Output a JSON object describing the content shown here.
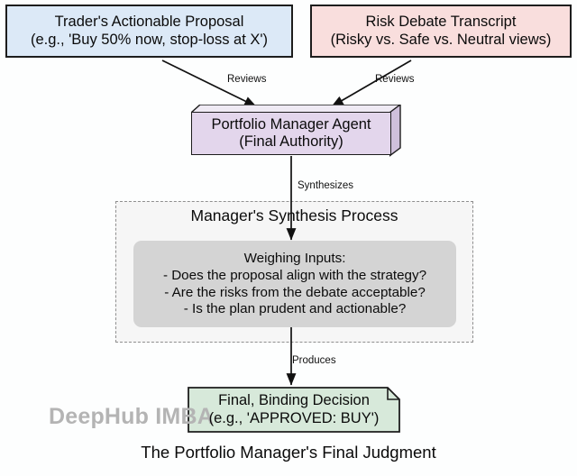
{
  "figure": {
    "caption": "The Portfolio Manager's Final Judgment",
    "watermark": "DeepHub IMBA",
    "background_color": "#fdfefe"
  },
  "nodes": {
    "trader_proposal": {
      "line1": "Trader's Actionable Proposal",
      "line2": "(e.g., 'Buy 50% now, stop-loss at X')",
      "fill_color": "#dce9f7",
      "border_color": "#1d1d1d",
      "shape": "rectangle"
    },
    "risk_transcript": {
      "line1": "Risk Debate Transcript",
      "line2": "(Risky vs. Safe vs. Neutral views)",
      "fill_color": "#f9dedd",
      "border_color": "#1d1d1d",
      "shape": "rectangle"
    },
    "manager_agent": {
      "line1": "Portfolio Manager Agent",
      "line2": "(Final Authority)",
      "fill_color": "#e3d6ec",
      "border_color": "#1d1d1d",
      "shape": "cube-3d"
    },
    "synthesis_process": {
      "title": "Manager's Synthesis Process",
      "fill_color": "#f6f6f6",
      "border_color": "#8f8f8f",
      "border_style": "dashed"
    },
    "weighing_inputs": {
      "heading": "Weighing Inputs:",
      "items": [
        "- Does the proposal align with the strategy?",
        "- Are the risks from the debate acceptable?",
        "- Is the plan prudent and actionable?"
      ],
      "fill_color": "#d4d4d4",
      "shape": "rounded-rectangle"
    },
    "final_decision": {
      "line1": "Final, Binding Decision",
      "line2": "(e.g., 'APPROVED: BUY')",
      "fill_color": "#d7e9da",
      "border_color": "#1d1d1d",
      "shape": "note-folded-corner"
    }
  },
  "edges": [
    {
      "id": "trader-to-manager",
      "label": "Reviews",
      "from": "trader_proposal",
      "to": "manager_agent"
    },
    {
      "id": "risk-to-manager",
      "label": "Reviews",
      "from": "risk_transcript",
      "to": "manager_agent"
    },
    {
      "id": "manager-to-process",
      "label": "Synthesizes",
      "from": "manager_agent",
      "to": "synthesis_process"
    },
    {
      "id": "process-to-decision",
      "label": "Produces",
      "from": "synthesis_process",
      "to": "final_decision"
    }
  ]
}
